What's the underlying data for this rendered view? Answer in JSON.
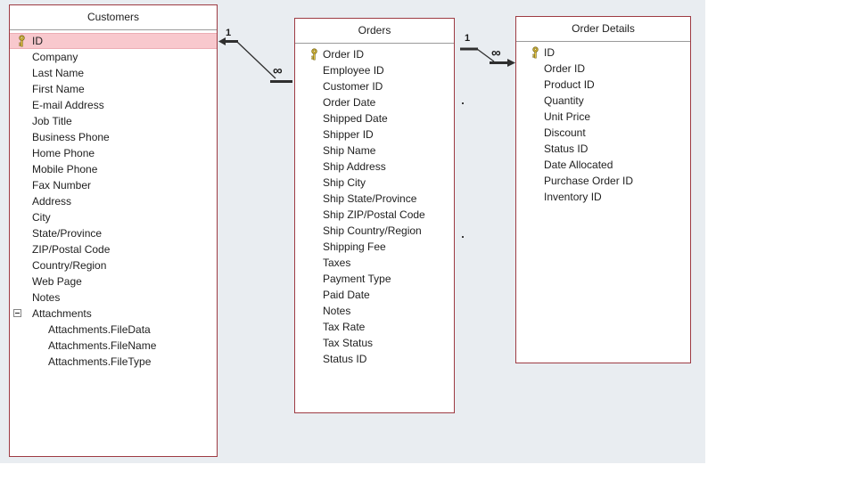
{
  "app": {
    "view": "Relationships diagram",
    "colors": {
      "canvas_bg": "#e9edf1",
      "table_border": "#9e3b43",
      "primary_key_highlight": "#f8c8cd",
      "relationship_line": "#2f2f2f"
    }
  },
  "tables": [
    {
      "title": "Customers",
      "fields": [
        {
          "name": "ID",
          "key": true,
          "highlighted": true
        },
        {
          "name": "Company"
        },
        {
          "name": "Last Name"
        },
        {
          "name": "First Name"
        },
        {
          "name": "E-mail Address"
        },
        {
          "name": "Job Title"
        },
        {
          "name": "Business Phone"
        },
        {
          "name": "Home Phone"
        },
        {
          "name": "Mobile Phone"
        },
        {
          "name": "Fax Number"
        },
        {
          "name": "Address"
        },
        {
          "name": "City"
        },
        {
          "name": "State/Province"
        },
        {
          "name": "ZIP/Postal Code"
        },
        {
          "name": "Country/Region"
        },
        {
          "name": "Web Page"
        },
        {
          "name": "Notes"
        },
        {
          "name": "Attachments",
          "expander": "collapsed-minus"
        },
        {
          "name": "Attachments.FileData",
          "sub": true
        },
        {
          "name": "Attachments.FileName",
          "sub": true
        },
        {
          "name": "Attachments.FileType",
          "sub": true
        }
      ]
    },
    {
      "title": "Orders",
      "fields": [
        {
          "name": "Order ID",
          "key": true
        },
        {
          "name": "Employee ID"
        },
        {
          "name": "Customer ID"
        },
        {
          "name": "Order Date"
        },
        {
          "name": "Shipped Date"
        },
        {
          "name": "Shipper ID"
        },
        {
          "name": "Ship Name"
        },
        {
          "name": "Ship Address"
        },
        {
          "name": "Ship City"
        },
        {
          "name": "Ship State/Province"
        },
        {
          "name": "Ship ZIP/Postal Code"
        },
        {
          "name": "Ship Country/Region"
        },
        {
          "name": "Shipping Fee"
        },
        {
          "name": "Taxes"
        },
        {
          "name": "Payment Type"
        },
        {
          "name": "Paid Date"
        },
        {
          "name": "Notes"
        },
        {
          "name": "Tax Rate"
        },
        {
          "name": "Tax Status"
        },
        {
          "name": "Status ID"
        }
      ]
    },
    {
      "title": "Order Details",
      "fields": [
        {
          "name": "ID",
          "key": true
        },
        {
          "name": "Order ID"
        },
        {
          "name": "Product ID"
        },
        {
          "name": "Quantity"
        },
        {
          "name": "Unit Price"
        },
        {
          "name": "Discount"
        },
        {
          "name": "Status ID"
        },
        {
          "name": "Date Allocated"
        },
        {
          "name": "Purchase Order ID"
        },
        {
          "name": "Inventory ID"
        }
      ]
    }
  ],
  "relationships": [
    {
      "from": "Customers.ID",
      "to": "Orders.Customer ID",
      "one_label": "1",
      "many_label": "∞"
    },
    {
      "from": "Orders.Order ID",
      "to": "Order Details.Order ID",
      "one_label": "1",
      "many_label": "∞"
    }
  ]
}
